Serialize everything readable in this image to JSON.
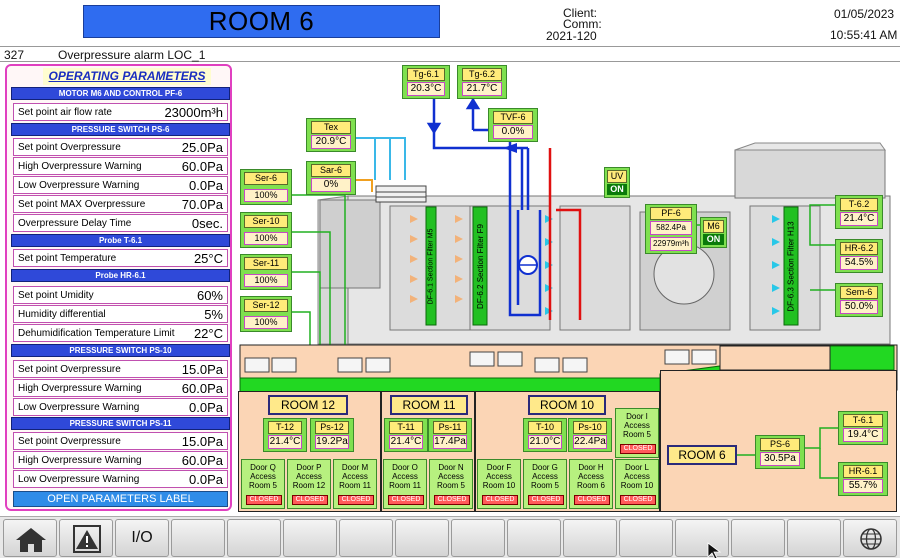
{
  "header": {
    "room_title": "ROOM 6",
    "client_label": "Client:",
    "comm_label": "Comm:",
    "comm_value": "2021-120",
    "date": "01/05/2023",
    "time": "10:55:41 AM"
  },
  "alarm": {
    "code": "327",
    "message": "Overpressure alarm LOC_1"
  },
  "params": {
    "title": "OPERATING PARAMETERS",
    "sections": {
      "motor": "MOTOR M6 AND CONTROL PF-6",
      "ps6": "PRESSURE SWITCH PS-6",
      "t61": "Probe T-6.1",
      "hr61": "Probe HR-6.1",
      "ps10": "PRESSURE SWITCH PS-10",
      "ps11": "PRESSURE SWITCH PS-11"
    },
    "rows": [
      {
        "label": "Set point air flow rate",
        "value": "23000m³h"
      },
      {
        "label": "Set point Overpressure",
        "value": "25.0Pa"
      },
      {
        "label": "High Overpressure Warning",
        "value": "60.0Pa"
      },
      {
        "label": "Low Overpressure Warning",
        "value": "0.0Pa"
      },
      {
        "label": "Set point MAX Overpressure",
        "value": "70.0Pa"
      },
      {
        "label": "Overpressure Delay Time",
        "value": "0sec."
      },
      {
        "label": "Set point Temperature",
        "value": "25°C"
      },
      {
        "label": "Set point Umidity",
        "value": "60%"
      },
      {
        "label": "Humidity differential",
        "value": "5%"
      },
      {
        "label": "Dehumidification Temperature Limit",
        "value": "22°C"
      },
      {
        "label": "Set point Overpressure",
        "value": "15.0Pa"
      },
      {
        "label": "High Overpressure Warning",
        "value": "60.0Pa"
      },
      {
        "label": "Low Overpressure Warning",
        "value": "0.0Pa"
      },
      {
        "label": "Set point Overpressure",
        "value": "15.0Pa"
      },
      {
        "label": "High Overpressure Warning",
        "value": "60.0Pa"
      },
      {
        "label": "Low Overpressure Warning",
        "value": "0.0Pa"
      }
    ],
    "open_label": "OPEN PARAMETERS LABEL"
  },
  "tags": {
    "tg61": {
      "name": "Tg-6.1",
      "value": "20.3°C"
    },
    "tg62": {
      "name": "Tg-6.2",
      "value": "21.7°C"
    },
    "tvf6": {
      "name": "TVF-6",
      "value": "0.0%"
    },
    "tex": {
      "name": "Tex",
      "value": "20.9°C"
    },
    "sar6": {
      "name": "Sar-6",
      "value": "0%"
    },
    "uv": {
      "name": "UV",
      "state": "ON"
    },
    "pf6": {
      "name": "PF-6",
      "pressure": "582.4Pa",
      "flow": "22979m³h"
    },
    "m6": {
      "name": "M6",
      "state": "ON"
    },
    "t62": {
      "name": "T-6.2",
      "value": "21.4°C"
    },
    "hr62": {
      "name": "HR-6.2",
      "value": "54.5%"
    },
    "sem6": {
      "name": "Sem-6",
      "value": "50.0%"
    },
    "ser6": {
      "name": "Ser-6",
      "value": "100%"
    },
    "ser10": {
      "name": "Ser-10",
      "value": "100%"
    },
    "ser11": {
      "name": "Ser-11",
      "value": "100%"
    },
    "ser12": {
      "name": "Ser-12",
      "value": "100%"
    }
  },
  "filters": {
    "f1": "DF-6.1 Section Filter M5",
    "f2": "DF-6.2 Section Filter F9",
    "f3": "DF-6.3 Section Filter H13"
  },
  "rooms": {
    "r12": {
      "label": "ROOM 12",
      "t": {
        "name": "T-12",
        "value": "21.4°C"
      },
      "p": {
        "name": "Ps-12",
        "value": "19.2Pa"
      }
    },
    "r11": {
      "label": "ROOM 11",
      "t": {
        "name": "T-11",
        "value": "21.4°C"
      },
      "p": {
        "name": "Ps-11",
        "value": "17.4Pa"
      }
    },
    "r10": {
      "label": "ROOM 10",
      "t": {
        "name": "T-10",
        "value": "21.0°C"
      },
      "p": {
        "name": "Ps-10",
        "value": "22.4Pa"
      }
    },
    "r6": {
      "label": "ROOM 6",
      "ps": {
        "name": "PS-6",
        "value": "30.5Pa"
      },
      "t": {
        "name": "T-6.1",
        "value": "19.4°C"
      },
      "hr": {
        "name": "HR-6.1",
        "value": "55.7%"
      }
    }
  },
  "doors": [
    {
      "line1": "Door Q",
      "line2": "Access",
      "line3": "Room 5",
      "status": "CLOSED"
    },
    {
      "line1": "Door P",
      "line2": "Access",
      "line3": "Room 12",
      "status": "CLOSED"
    },
    {
      "line1": "Door M",
      "line2": "Access",
      "line3": "Room 11",
      "status": "CLOSED"
    },
    {
      "line1": "Door O",
      "line2": "Access",
      "line3": "Room 11",
      "status": "CLOSED"
    },
    {
      "line1": "Door N",
      "line2": "Access",
      "line3": "Room 5",
      "status": "CLOSED"
    },
    {
      "line1": "Door F",
      "line2": "Access",
      "line3": "Room 10",
      "status": "CLOSED"
    },
    {
      "line1": "Door G",
      "line2": "Access",
      "line3": "Room 5",
      "status": "CLOSED"
    },
    {
      "line1": "Door H",
      "line2": "Access",
      "line3": "Room 6",
      "status": "CLOSED"
    },
    {
      "line1": "Door L",
      "line2": "Access",
      "line3": "Room 10",
      "status": "CLOSED"
    },
    {
      "line1": "Door I",
      "line2": "Access",
      "line3": "Room 5",
      "status": "CLOSED"
    }
  ],
  "taskbar": {
    "io_label": "I/O"
  }
}
